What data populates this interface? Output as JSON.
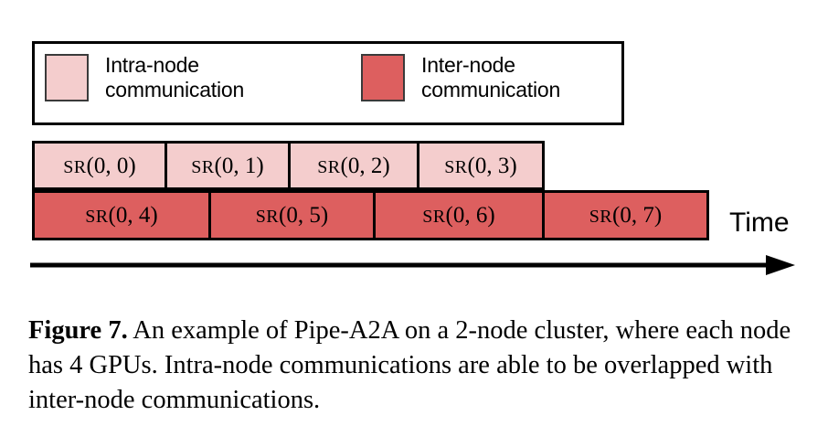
{
  "figure": {
    "caption_label": "Figure 7.",
    "caption_text": " An example of Pipe-A2A on a 2-node cluster, where each node has 4 GPUs. Intra-node communications are able to be overlapped with inter-node communications."
  },
  "colors": {
    "intra_node": "#f4cdcd",
    "inter_node": "#dd5f5f",
    "outline": "#000000",
    "swatch_outline": "#3a3a3a",
    "background": "#ffffff"
  },
  "legend": {
    "entries": [
      {
        "label": "Intra-node\ncommunication",
        "color": "#f4cdcd",
        "swatch_name": "intra-node-swatch"
      },
      {
        "label": "Inter-node\ncommunication",
        "color": "#dd5f5f",
        "swatch_name": "inter-node-swatch"
      }
    ]
  },
  "timeline": {
    "axis_label": "Time",
    "rows": [
      {
        "name": "intra-node-row",
        "color": "#f4cdcd",
        "cells": [
          {
            "prefix": "SR",
            "args": "(0, 0)",
            "width": 145
          },
          {
            "prefix": "SR",
            "args": "(0, 1)",
            "width": 135
          },
          {
            "prefix": "SR",
            "args": "(0, 2)",
            "width": 141
          },
          {
            "prefix": "SR",
            "args": "(0, 3)",
            "width": 134
          }
        ]
      },
      {
        "name": "inter-node-row",
        "color": "#dd5f5f",
        "cells": [
          {
            "prefix": "SR",
            "args": "(0, 4)",
            "width": 193
          },
          {
            "prefix": "SR",
            "args": "(0, 5)",
            "width": 180
          },
          {
            "prefix": "SR",
            "args": "(0, 6)",
            "width": 185
          },
          {
            "prefix": "SR",
            "args": "(0, 7)",
            "width": 177
          }
        ]
      }
    ]
  }
}
